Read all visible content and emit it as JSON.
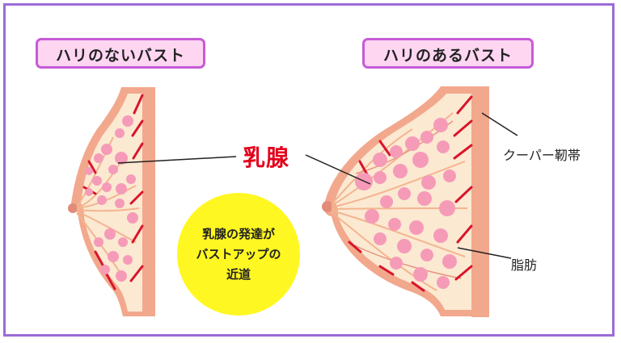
{
  "labels": {
    "left_box": "ハリのないバスト",
    "right_box": "ハリのあるバスト",
    "mammary_gland": "乳腺",
    "cooper_ligament": "クーパー靭帯",
    "fat": "脂肪"
  },
  "circle": {
    "line1": "乳腺の発達が",
    "line2": "バストアップの",
    "line3": "近道"
  },
  "colors": {
    "frame": "#9b6bd6",
    "label_fill": "#ffd6f2",
    "label_border": "#c65bd6",
    "skin": "#f2a88c",
    "fat_fill": "#fbe9d2",
    "lobule": "#f59bb8",
    "vessel": "#d9152b",
    "highlight": "#fff721",
    "accent_text": "#e4001b"
  }
}
